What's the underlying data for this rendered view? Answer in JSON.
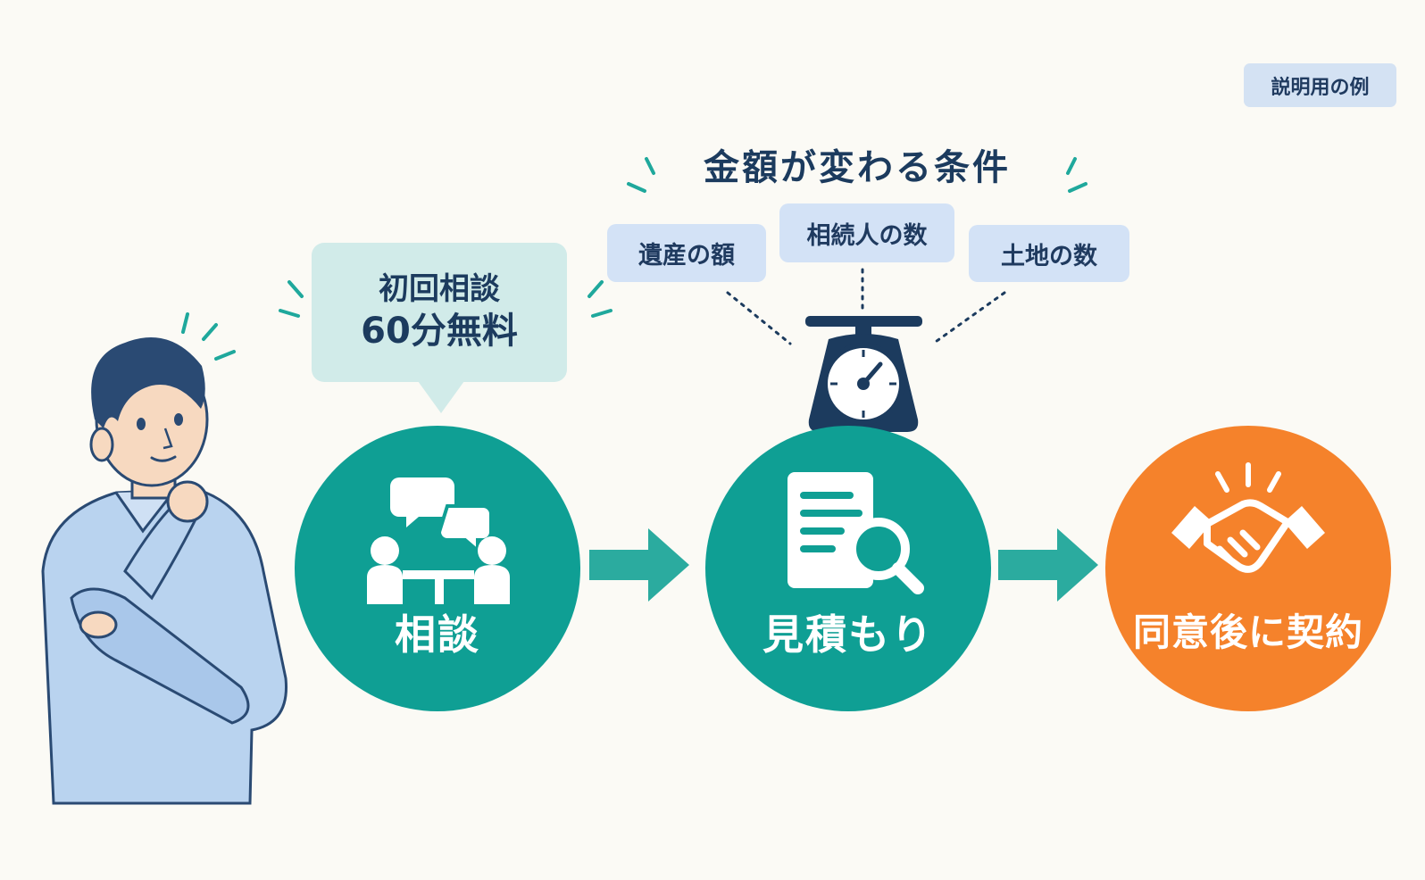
{
  "badge": "説明用の例",
  "conditions": {
    "title": "金額が変わる条件",
    "items": [
      "遺産の額",
      "相続人の数",
      "土地の数"
    ]
  },
  "consult_bubble": {
    "line1": "初回相談",
    "line2": "60分無料"
  },
  "steps": [
    {
      "label": "相談",
      "icon": "meeting-icon",
      "color": "#0f9f94"
    },
    {
      "label": "見積もり",
      "icon": "document-search-icon",
      "color": "#0f9f94"
    },
    {
      "label": "同意後に契約",
      "icon": "handshake-icon",
      "color": "#f5822b"
    }
  ],
  "colors": {
    "teal": "#0f9f94",
    "orange": "#f5822b",
    "navy": "#1c3b5e",
    "arrow": "#2bab9f",
    "background": "#fbfaf5"
  },
  "icons": [
    "person-thinking-icon",
    "scale-icon",
    "arrow-right-icon",
    "emphasis-lines-icon"
  ]
}
